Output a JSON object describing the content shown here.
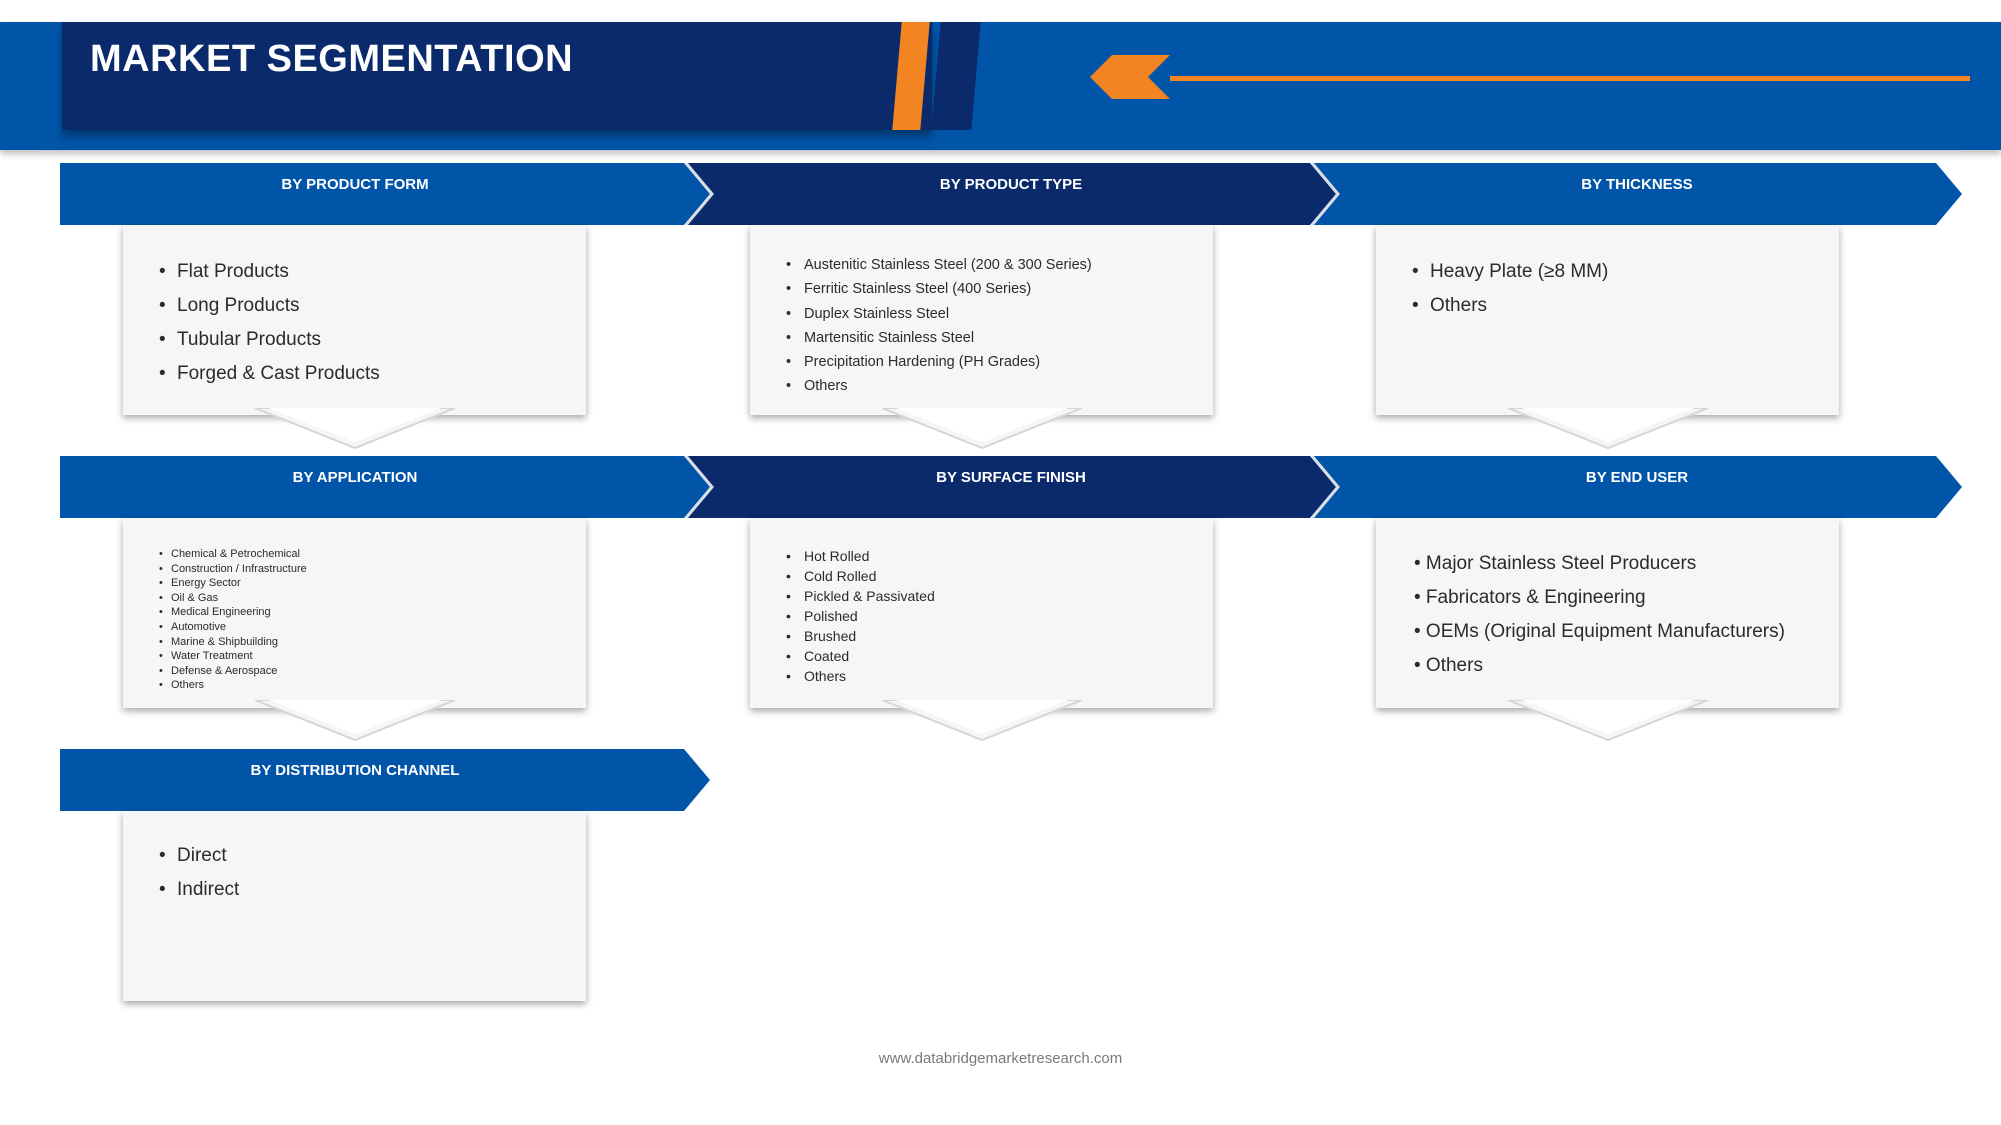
{
  "header": {
    "title": "MARKET SEGMENTATION"
  },
  "colors": {
    "blue": "#0055a8",
    "navy": "#0a2a6b",
    "orange": "#f28422",
    "box": "#f6f6f6"
  },
  "segments": {
    "product_form": {
      "label": "BY PRODUCT FORM",
      "items": [
        "Flat Products",
        "Long Products",
        "Tubular Products",
        "Forged & Cast Products"
      ]
    },
    "product_type": {
      "label": "BY PRODUCT TYPE",
      "items": [
        "Austenitic Stainless Steel (200 & 300 Series)",
        "Ferritic Stainless Steel (400 Series)",
        "Duplex Stainless Steel",
        "Martensitic Stainless Steel",
        "Precipitation Hardening (PH Grades)",
        "Others"
      ]
    },
    "thickness": {
      "label": "BY THICKNESS",
      "items": [
        "Heavy Plate (≥8 MM)",
        "Others"
      ]
    },
    "application": {
      "label": "BY APPLICATION",
      "items": [
        "Chemical & Petrochemical",
        "Construction / Infrastructure",
        "Energy Sector",
        "Oil & Gas",
        "Medical Engineering",
        "Automotive",
        "Marine & Shipbuilding",
        "Water Treatment",
        "Defense & Aerospace",
        "Others"
      ]
    },
    "surface_finish": {
      "label": "BY SURFACE FINISH",
      "items": [
        "Hot Rolled",
        "Cold Rolled",
        "Pickled & Passivated",
        "Polished",
        "Brushed",
        "Coated",
        "Others"
      ]
    },
    "end_user": {
      "label": "BY END USER",
      "items": [
        "•  Major Stainless Steel Producers",
        "•  Fabricators & Engineering",
        "•  OEMs (Original Equipment Manufacturers)",
        "•  Others"
      ]
    },
    "distribution_channel": {
      "label": "BY DISTRIBUTION CHANNEL",
      "items": [
        "Direct",
        "Indirect"
      ]
    }
  },
  "footer": {
    "url": "www.databridgemarketresearch.com"
  }
}
